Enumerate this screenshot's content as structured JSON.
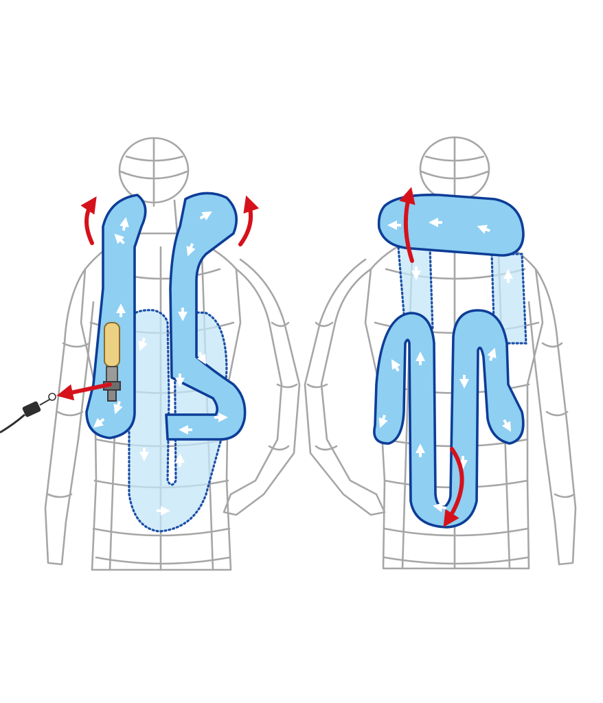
{
  "figures": [
    {
      "id": "front-view",
      "view": "front"
    },
    {
      "id": "back-view",
      "view": "back"
    }
  ],
  "colors": {
    "airbag_fill": "#8ecff2",
    "airbag_outline": "#0d3d97",
    "airbag_hidden_fill": "#c4e6f8",
    "inflation_arrow": "#d5121b",
    "flow_arrow": "#ffffff",
    "mannequin_line": "#a6a6a6",
    "gas_cartridge": "#ecd084"
  },
  "icons": {
    "inflation": "red-curved-arrow",
    "airflow": "white-block-arrow",
    "trigger": "lanyard-plug-icon",
    "cartridge": "gas-cartridge-icon"
  }
}
